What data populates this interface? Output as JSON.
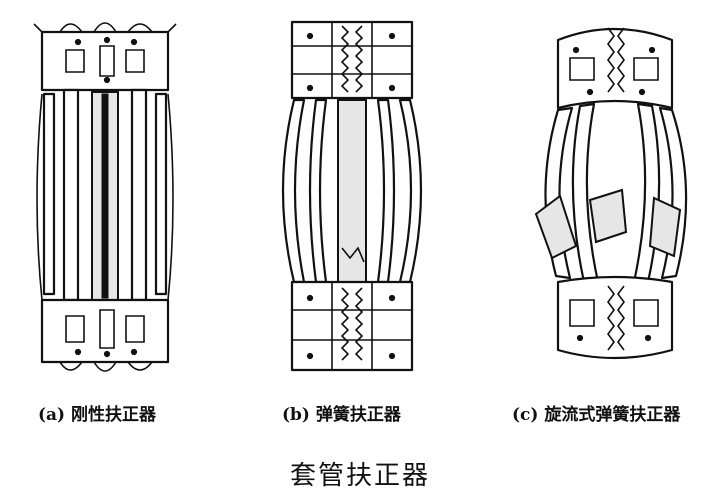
{
  "figure": {
    "title": "套管扶正器",
    "panels": [
      {
        "caption": "(a) 刚性扶正器"
      },
      {
        "caption": "(b) 弹簧扶正器"
      },
      {
        "caption": "(c) 旋流式弹簧扶正器"
      }
    ]
  }
}
